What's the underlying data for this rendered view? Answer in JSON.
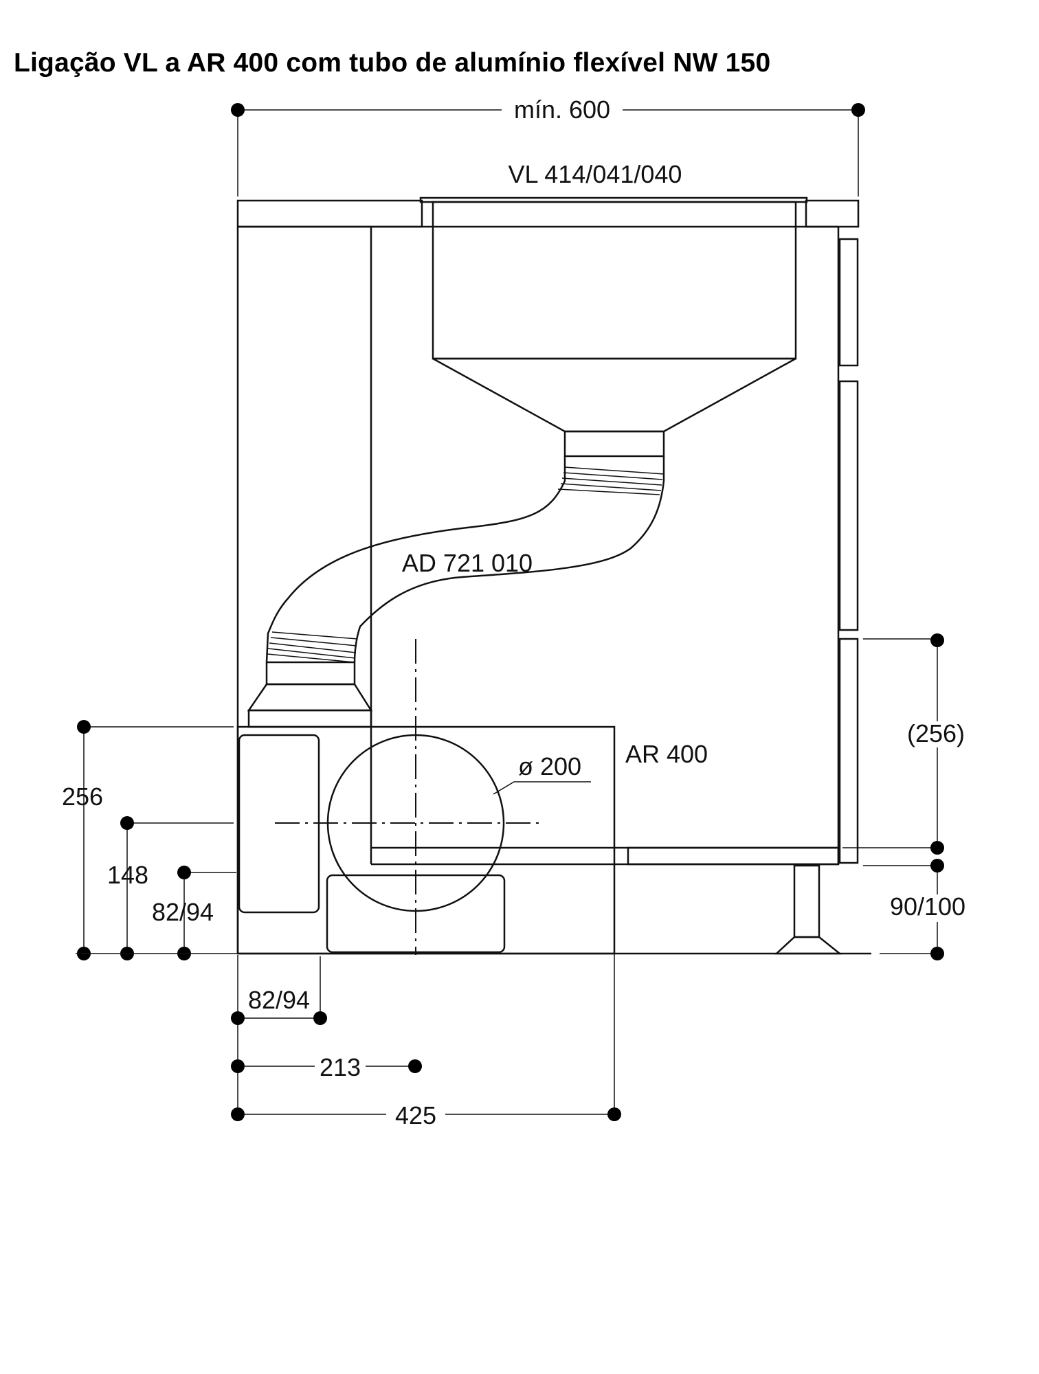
{
  "title": "Ligação VL a AR 400 com tubo de alumínio flexível NW 150",
  "labels": {
    "width_min": "mín. 600",
    "cooktop_model": "VL 414/041/040",
    "hose_model": "AD 721 010",
    "plenum_model": "AR 400",
    "diameter": "ø 200"
  },
  "dimensions": {
    "height_total": "256",
    "height_center": "148",
    "height_box_left": "82/94",
    "drawer_height": "(256)",
    "plinth_height": "90/100",
    "width_box_left": "82/94",
    "width_center": "213",
    "width_total": "425"
  }
}
